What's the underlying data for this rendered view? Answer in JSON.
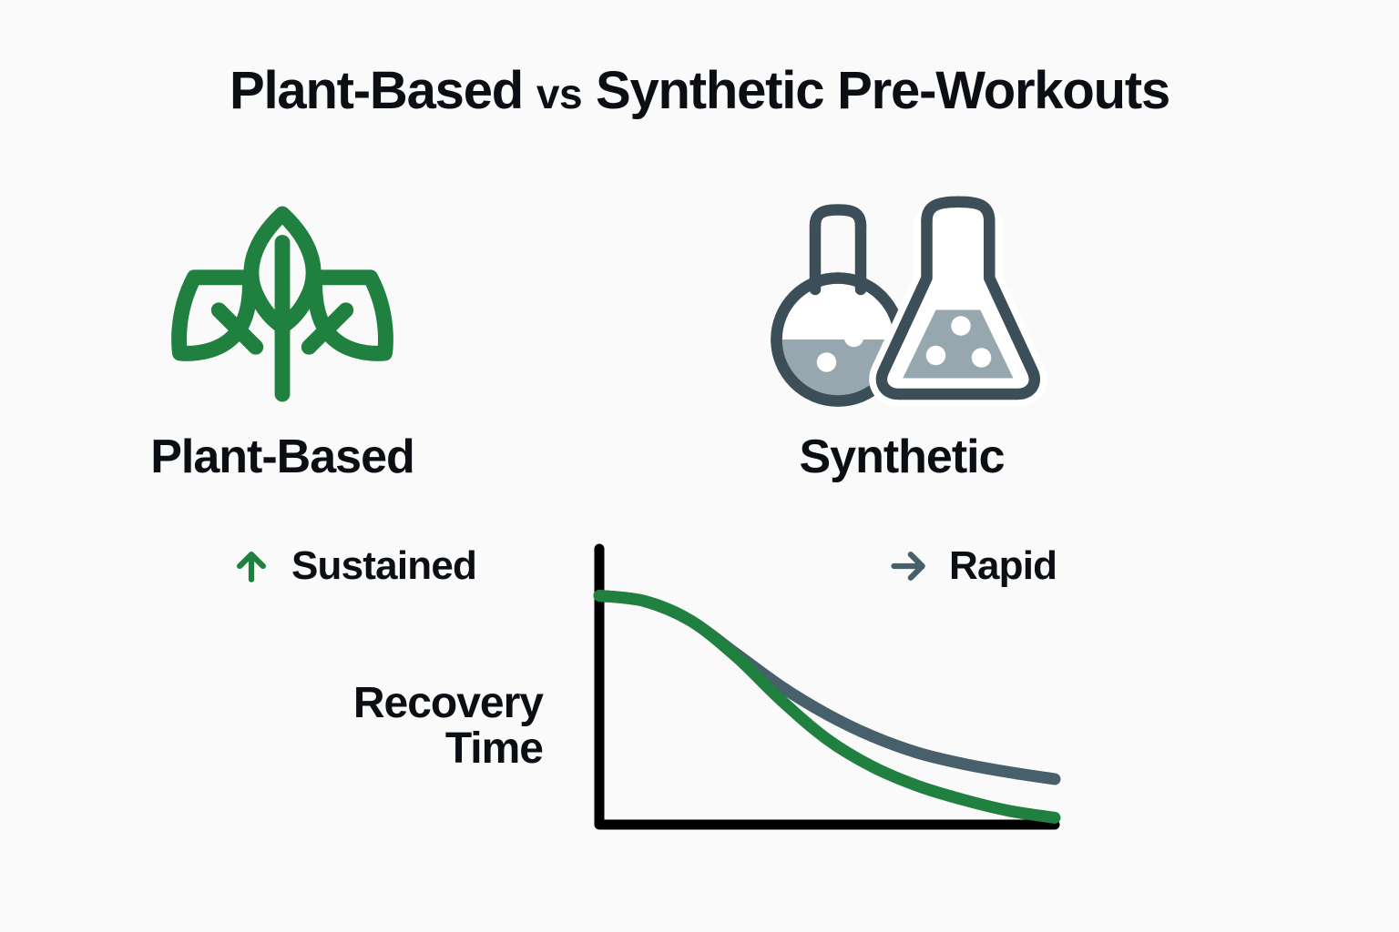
{
  "page": {
    "background_color": "#fafafa",
    "text_color": "#0b0f14"
  },
  "title": {
    "part1": "Plant-Based",
    "connector": "vs",
    "part2": "Synthetic Pre-Workouts",
    "full": "Plant-Based vs Synthetic Pre-Workouts"
  },
  "colors": {
    "green": "#1f8040",
    "slate": "#48606b",
    "slate_dark": "#3c4f58",
    "liquid": "#96a7b0",
    "axis": "#000000",
    "white": "#ffffff"
  },
  "columns": [
    {
      "id": "plant-based",
      "label": "Plant-Based",
      "icon": "plant-leaves-icon",
      "icon_color": "#1f8040",
      "attribute": {
        "icon": "arrow-up-icon",
        "icon_color": "#1f8040",
        "label": "Sustained"
      }
    },
    {
      "id": "synthetic",
      "label": "Synthetic",
      "icon": "chemistry-flasks-icon",
      "icon_color": "#3c4f58",
      "attribute": {
        "icon": "arrow-right-icon",
        "icon_color": "#48606b",
        "label": "Rapid"
      }
    }
  ],
  "chart_data": {
    "type": "line",
    "title": "",
    "xlabel": "",
    "ylabel": "Recovery Time",
    "ylabel_lines": [
      "Recovery",
      "Time"
    ],
    "grid": false,
    "legend": "none",
    "axes": {
      "x_axis_visible": true,
      "y_axis_visible": true,
      "xlim": [
        0,
        10
      ],
      "ylim": [
        0,
        10
      ]
    },
    "x": [
      0,
      1,
      2,
      3,
      4,
      5,
      6,
      7,
      8,
      9,
      10
    ],
    "series": [
      {
        "name": "Plant-Based",
        "color": "#1f8040",
        "values": [
          8.3,
          8.1,
          7.4,
          6.1,
          4.5,
          3.1,
          2.1,
          1.4,
          0.9,
          0.5,
          0.25
        ]
      },
      {
        "name": "Synthetic",
        "color": "#48606b",
        "values": [
          8.3,
          8.1,
          7.4,
          6.2,
          5.0,
          4.0,
          3.2,
          2.6,
          2.2,
          1.9,
          1.65
        ]
      }
    ]
  }
}
